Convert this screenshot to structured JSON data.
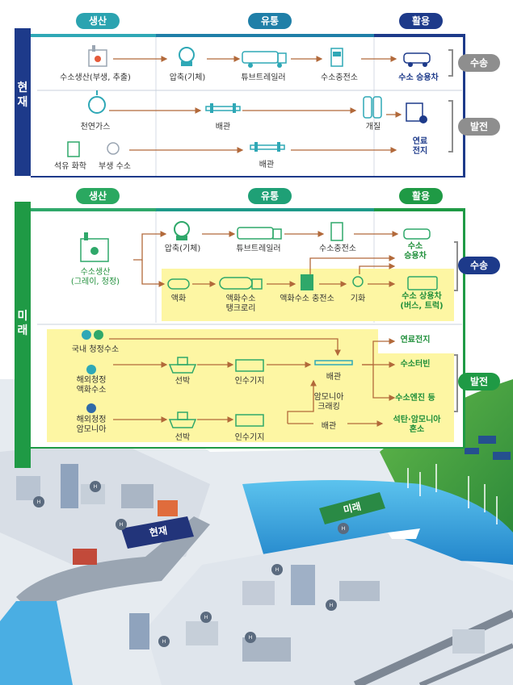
{
  "headers": {
    "production": "생산",
    "distribution": "유통",
    "utilization": "활용"
  },
  "sections": {
    "current": "현재",
    "future": "미래"
  },
  "current": {
    "transport_tag": "수송",
    "power_tag": "발전",
    "row1": {
      "production": "수소생산(부생, 추출)",
      "compression": "압축(기체)",
      "tube_trailer": "튜브트레일러",
      "station": "수소충전소",
      "vehicle": "수소 승용차"
    },
    "row2": {
      "natural_gas": "천연가스",
      "pipeline": "배관",
      "reforming": "개질",
      "fuel_cell": "연료\n전지"
    },
    "row3": {
      "petrochem": "석유 화학",
      "byproduct": "부생 수소",
      "pipeline": "배관"
    }
  },
  "future": {
    "transport_tag": "수송",
    "power_tag": "발전",
    "production": "수소생산\n(그레이, 청정)",
    "compression": "압축(기체)",
    "tube_trailer": "튜브트레일러",
    "station": "수소충전소",
    "car": "수소\n승용차",
    "liquefaction": "액화",
    "liquid_tank_lorry": "액화수소\n탱크로리",
    "liquid_station": "액화수소 충전소",
    "vaporization": "기화",
    "bus_truck": "수소 상용차\n(버스, 트럭)",
    "domestic_clean": "국내 청정수소",
    "overseas_liquid": "해외청정\n액화수소",
    "overseas_ammonia": "해외청정\n암모니아",
    "ship1": "선박",
    "terminal1": "인수기지",
    "pipeline1": "배관",
    "ammonia_cracking": "암모니아\n크래킹",
    "ship2": "선박",
    "terminal2": "인수기지",
    "pipeline2": "배관",
    "fuel_cell": "연료전지",
    "turbine": "수소터빈",
    "engine": "수소엔진 등",
    "coal_ammonia": "석탄·암모니아\n혼소"
  },
  "illustration": {
    "current_banner": "현재",
    "future_banner": "미래"
  },
  "colors": {
    "navy": "#1d3a8a",
    "teal": "#1a8f9a",
    "green": "#1f9a45",
    "yellow": "#fdf6a3",
    "arrow": "#b2693a",
    "tag_gray": "#8e8e8e"
  }
}
